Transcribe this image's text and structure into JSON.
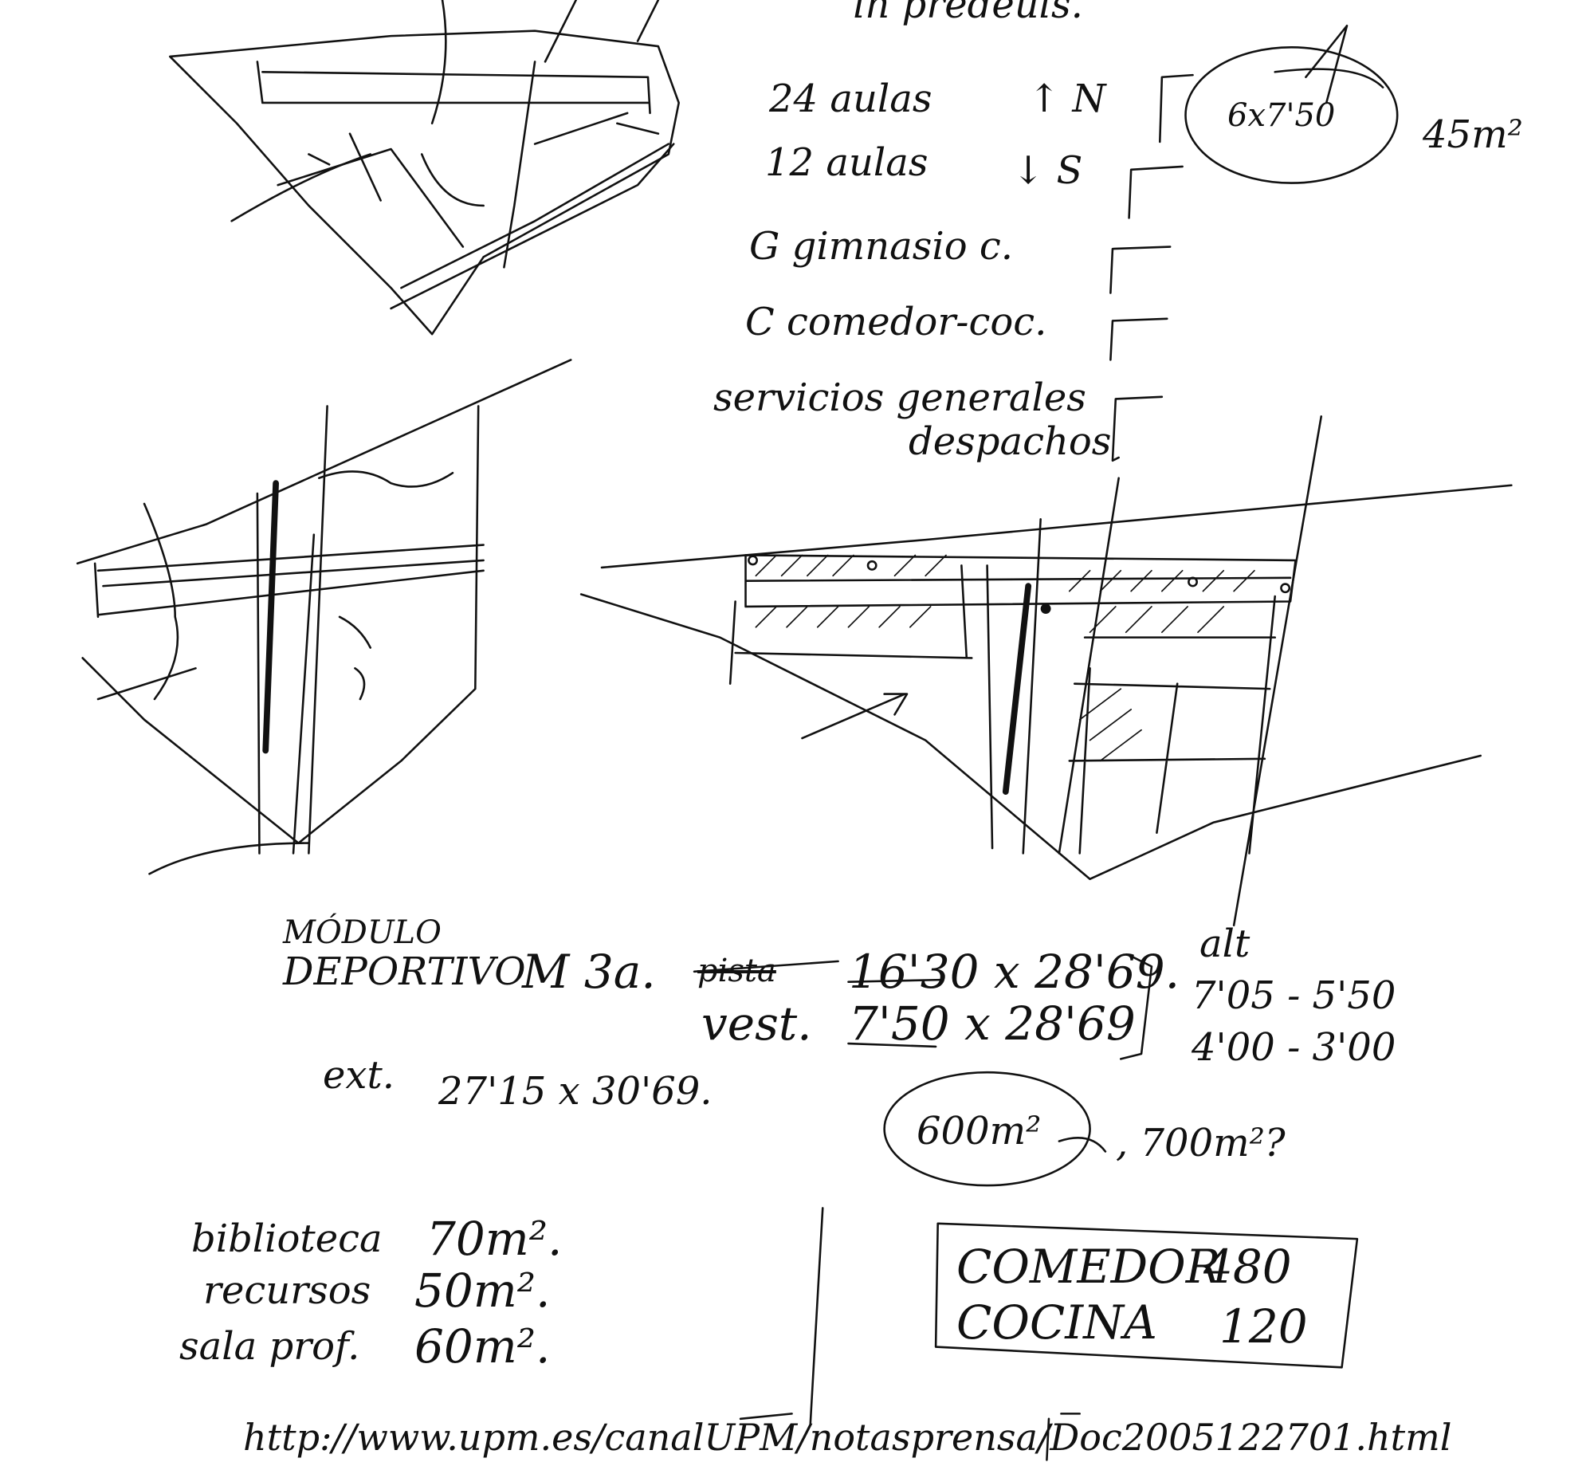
{
  "notes": {
    "top_fragment": "in predeuls.",
    "program": [
      {
        "label": "24 aulas",
        "orientation": "↑ N"
      },
      {
        "label": "12 aulas",
        "orientation": "↓ S"
      },
      {
        "label": "G gimnasio c."
      },
      {
        "label": "C comedor-coc."
      },
      {
        "label": "servicios generales"
      },
      {
        "label": "despachos"
      }
    ],
    "classroom_dim": "6x7'50",
    "classroom_area": "45m²",
    "sports_module": {
      "title_1": "MÓDULO",
      "title_2": "DEPORTIVO",
      "type": "M 3a.",
      "crossed_word": "pista",
      "pista_dim": "16'30 x 28'69.",
      "vest_label": "vest.",
      "vest_dim": "7'50 x 28'69",
      "alt_label": "alt",
      "alt_1": "7'05 - 5'50",
      "alt_2": "4'00 - 3'00",
      "ext_label": "ext.",
      "ext_dim": "27'15 x 30'69."
    },
    "area_circled": "600m²",
    "area_alt": ", 700m²?",
    "rooms": [
      {
        "name": "biblioteca",
        "area": "70m²."
      },
      {
        "name": "recursos",
        "area": "50m²."
      },
      {
        "name": "sala prof.",
        "area": "60m²."
      }
    ],
    "dining_box": [
      {
        "name": "COMEDOR",
        "value": "480"
      },
      {
        "name": "COCINA",
        "value": "120"
      }
    ],
    "url": "http://www.upm.es/canalUPM/notasprensa/Doc2005122701.html"
  }
}
